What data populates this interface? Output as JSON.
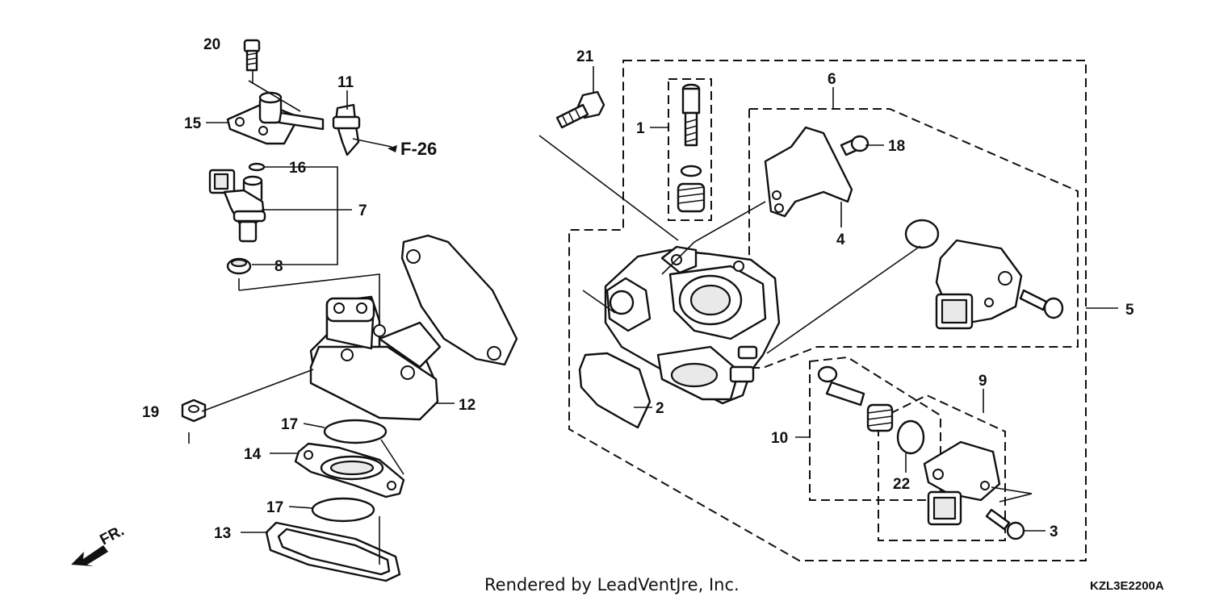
{
  "diagram": {
    "callouts": [
      "1",
      "2",
      "3",
      "4",
      "5",
      "6",
      "7",
      "8",
      "9",
      "10",
      "11",
      "12",
      "13",
      "14",
      "15",
      "16",
      "17",
      "17",
      "18",
      "19",
      "20",
      "21",
      "22"
    ],
    "reference_label": "F-26",
    "direction_label": "FR.",
    "footer_text": "Rendered by LeadVentJre, Inc.",
    "diagram_code": "KZL3E2200A"
  }
}
